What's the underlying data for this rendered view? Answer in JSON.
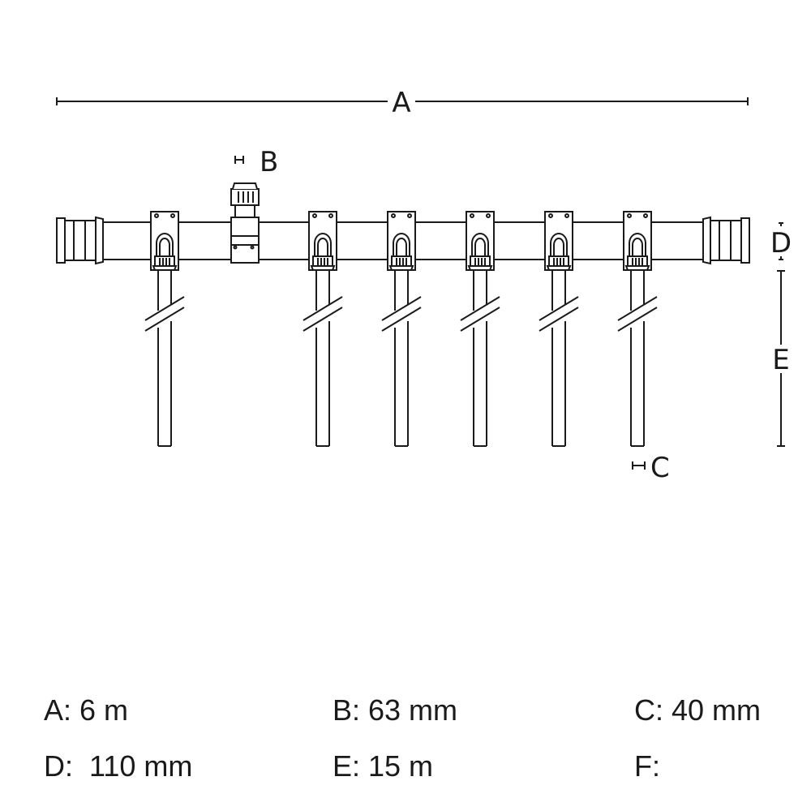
{
  "dimension_labels": {
    "A": "A",
    "B": "B",
    "C": "C",
    "D": "D",
    "E": "E"
  },
  "branch_count": 6,
  "legend": [
    {
      "text": "A: 6 m"
    },
    {
      "text": "B: 63 mm"
    },
    {
      "text": "C: 40 mm"
    },
    {
      "text": "D:  110 mm"
    },
    {
      "text": "E: 15 m"
    },
    {
      "text": "F:"
    }
  ],
  "colors": {
    "stroke": "#1a1a1a",
    "background": "#ffffff"
  }
}
